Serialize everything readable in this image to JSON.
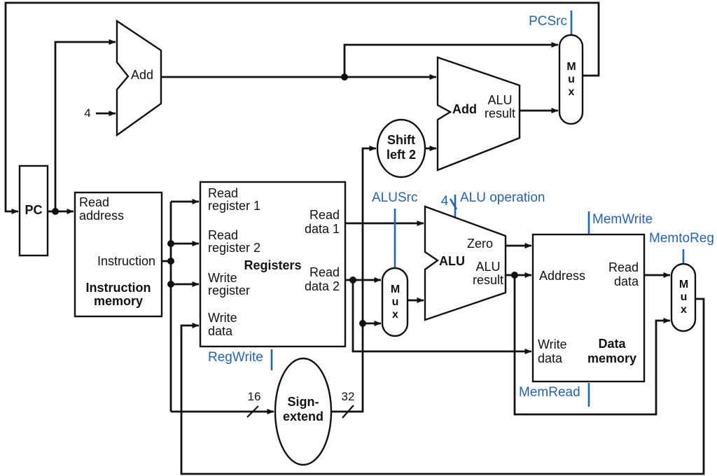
{
  "colors": {
    "wire": "#111111",
    "control": "#2563AF",
    "background": "#ffffff"
  },
  "pc": {
    "label": "PC"
  },
  "pc_adder": {
    "label": "Add",
    "operand": "4"
  },
  "branch_adder": {
    "label": "Add",
    "result_line1": "ALU",
    "result_line2": "result"
  },
  "instruction_memory": {
    "title_line1": "Instruction",
    "title_line2": "memory",
    "read_address_line1": "Read",
    "read_address_line2": "address",
    "instruction": "Instruction"
  },
  "registers": {
    "title": "Registers",
    "read_register_1_line1": "Read",
    "read_register_1_line2": "register 1",
    "read_register_2_line1": "Read",
    "read_register_2_line2": "register 2",
    "write_register_line1": "Write",
    "write_register_line2": "register",
    "write_data_line1": "Write",
    "write_data_line2": "data",
    "read_data_1_line1": "Read",
    "read_data_1_line2": "data 1",
    "read_data_2_line1": "Read",
    "read_data_2_line2": "data 2"
  },
  "shift_left_2": {
    "line1": "Shift",
    "line2": "left 2"
  },
  "sign_extend": {
    "line1": "Sign-",
    "line2": "extend",
    "input_width": "16",
    "output_width": "32"
  },
  "alu": {
    "label": "ALU",
    "zero": "Zero",
    "result_line1": "ALU",
    "result_line2": "result"
  },
  "data_memory": {
    "title_line1": "Data",
    "title_line2": "memory",
    "address": "Address",
    "read_data_line1": "Read",
    "read_data_line2": "data",
    "write_data_line1": "Write",
    "write_data_line2": "data"
  },
  "muxes": {
    "pcsrc": "Mux",
    "alusrc": "Mux",
    "memtoreg": "Mux"
  },
  "control_signals": {
    "pcsrc": "PCSrc",
    "alusrc": "ALUSrc",
    "alu_operation": "ALU operation",
    "alu_operation_width": "4",
    "regwrite": "RegWrite",
    "memwrite": "MemWrite",
    "memread": "MemRead",
    "memtoreg": "MemtoReg"
  }
}
